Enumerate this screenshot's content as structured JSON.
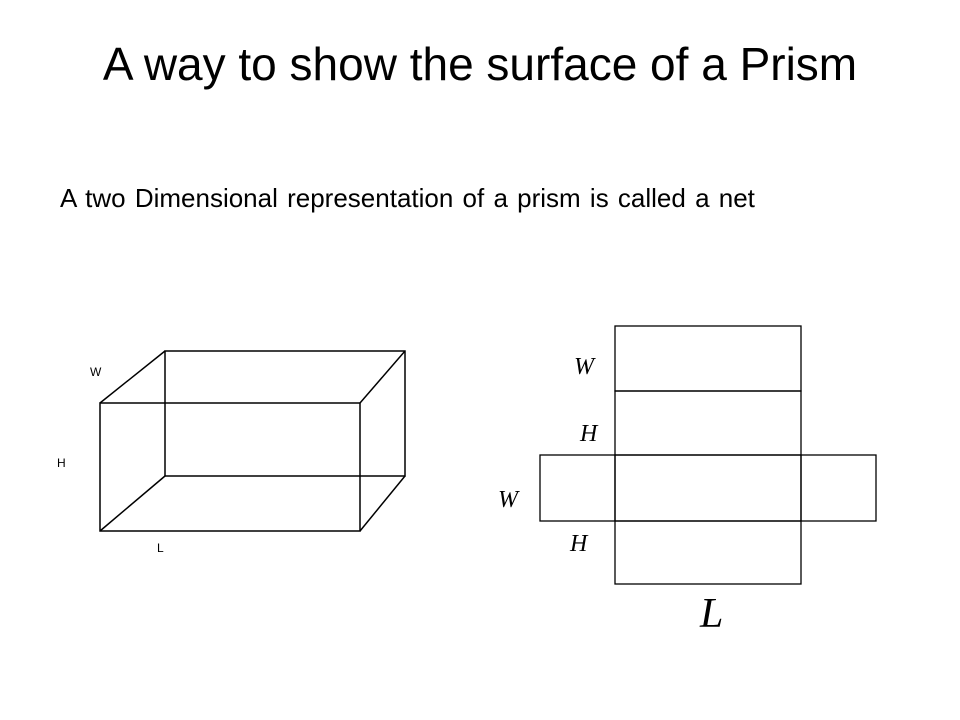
{
  "slide": {
    "title": "A way to show the surface of a Prism",
    "body": "A two Dimensional representation of a prism is called a net"
  },
  "box": {
    "label_w": "W",
    "label_h": "H",
    "label_l": "L"
  },
  "net": {
    "label_w_top": "W",
    "label_h_top": "H",
    "label_w_left": "W",
    "label_h_bottom": "H",
    "label_l": "L"
  }
}
